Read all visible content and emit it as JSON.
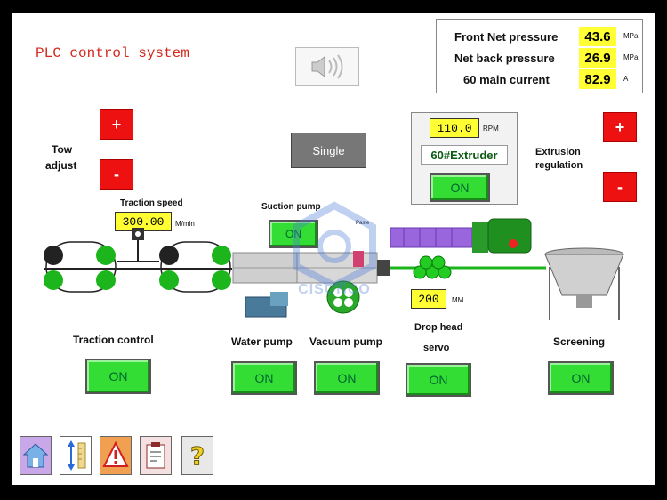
{
  "header": {
    "title": "PLC control system"
  },
  "pressure": [
    {
      "label": "Front Net pressure",
      "value": "43.6",
      "unit": "MPa"
    },
    {
      "label": "Net back pressure",
      "value": "26.9",
      "unit": "MPa"
    },
    {
      "label": "60 main current",
      "value": "82.9",
      "unit": "A"
    }
  ],
  "mode_button": "Single",
  "tow": {
    "label_line1": "Tow",
    "label_line2": "adjust",
    "plus": "+",
    "minus": "-"
  },
  "traction": {
    "speed_label": "Traction speed",
    "speed_value": "300.00",
    "speed_unit": "M/min",
    "control_label": "Traction control",
    "control_button": "ON"
  },
  "suction": {
    "label": "Suction pump",
    "button": "ON"
  },
  "paste_label": "Paste",
  "extruder": {
    "rpm_value": "110.0",
    "rpm_unit": "RPM",
    "name": "60#Extruder",
    "button": "ON"
  },
  "extrusion": {
    "label_line1": "Extrusion",
    "label_line2": "regulation",
    "plus": "+",
    "minus": "-"
  },
  "drop_head": {
    "value": "200",
    "unit": "MM",
    "label_line1": "Drop head",
    "label_line2": "servo",
    "button": "ON"
  },
  "water_pump": {
    "label": "Water pump",
    "button": "ON"
  },
  "vacuum_pump": {
    "label": "Vacuum pump",
    "button": "ON"
  },
  "screening": {
    "label": "Screening",
    "button": "ON"
  },
  "watermark_text": "CISONCO",
  "colors": {
    "on_green": "#33dd33",
    "alarm_red": "#ee1111",
    "value_yellow": "#ffff33"
  },
  "toolbar_icons": [
    "home-icon",
    "ruler-adjust-icon",
    "alarm-warning-icon",
    "report-clipboard-icon",
    "help-icon"
  ]
}
